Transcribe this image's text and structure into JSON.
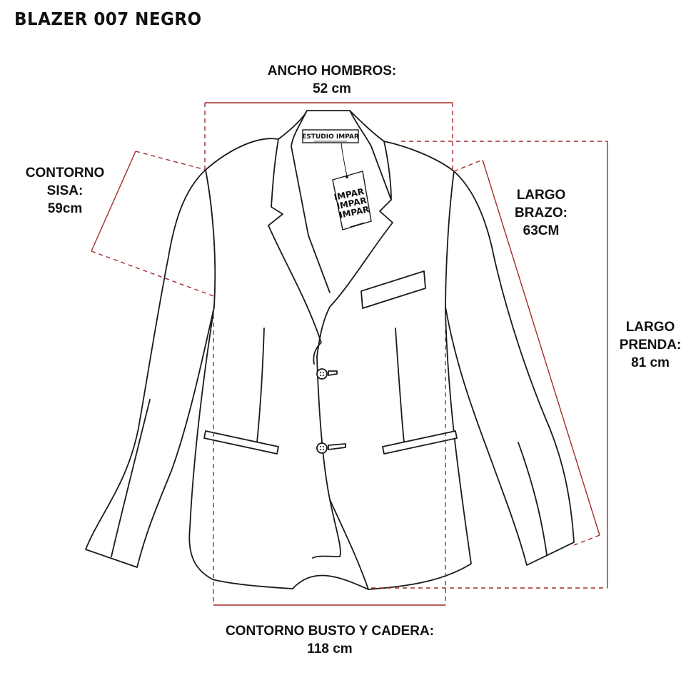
{
  "title": "BLAZER 007 NEGRO",
  "measurements": {
    "shoulder_width": {
      "label": "ANCHO HOMBROS:",
      "value": "52 cm"
    },
    "armhole": {
      "label_line1": "CONTORNO",
      "label_line2": "SISA:",
      "value": "59cm"
    },
    "sleeve_length": {
      "label_line1": "LARGO",
      "label_line2": "BRAZO:",
      "value": "63CM"
    },
    "garment_length": {
      "label_line1": "LARGO",
      "label_line2": "PRENDA:",
      "value": "81 cm"
    },
    "bust_hip": {
      "label": "CONTORNO BUSTO Y CADERA:",
      "value": "118 cm"
    }
  },
  "brand_label": {
    "name": "ESTUDIO IMPAR"
  },
  "hang_tag": {
    "line1": "IMPAR",
    "line2": "IMPAR",
    "line3": "IMPAR"
  },
  "colors": {
    "measure_line": "#a32a2a",
    "outline": "#1a1a1a"
  }
}
